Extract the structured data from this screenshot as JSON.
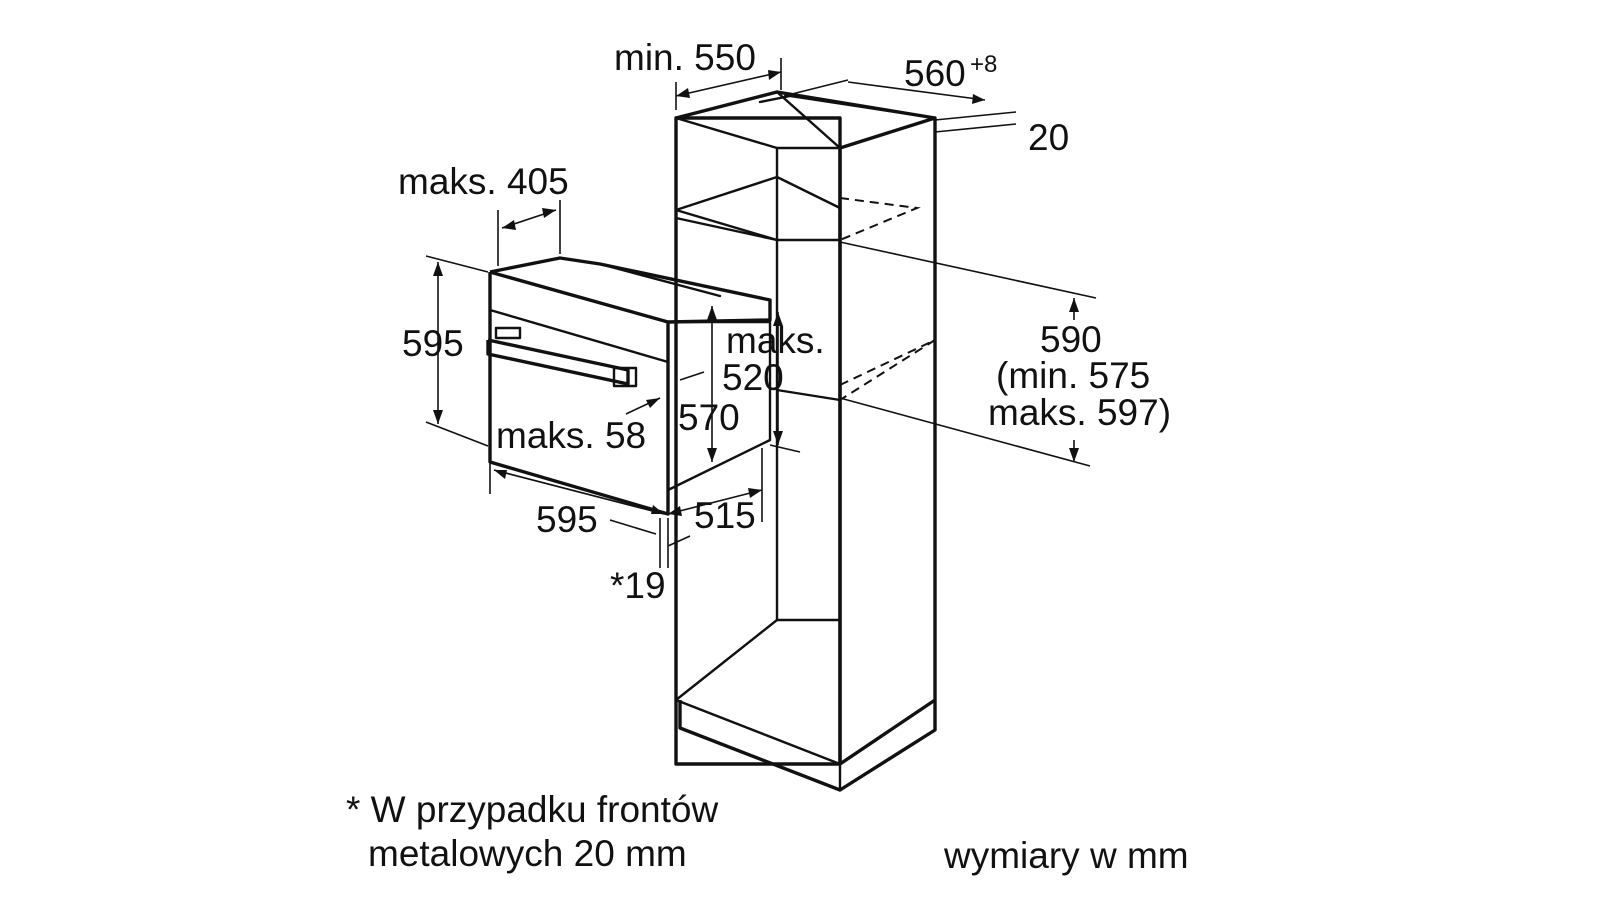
{
  "dimensions": {
    "niche_depth_min": "min. 550",
    "niche_width": "560",
    "niche_width_tolerance": "+8",
    "rear_gap": "20",
    "oven_top_depth_max": "maks. 405",
    "oven_height": "595",
    "opening_label": "maks.",
    "opening_value": "520",
    "oven_inner_height": "570",
    "niche_height": "590",
    "niche_height_min": "(min. 575",
    "niche_height_max": "maks. 597)",
    "door_depth_max": "maks. 58",
    "oven_width": "595",
    "oven_depth": "515",
    "front_thickness": "*19"
  },
  "footnote": {
    "line1": "* W przypadku frontów",
    "line2": "metalowych 20 mm"
  },
  "units_note": "wymiary w mm"
}
